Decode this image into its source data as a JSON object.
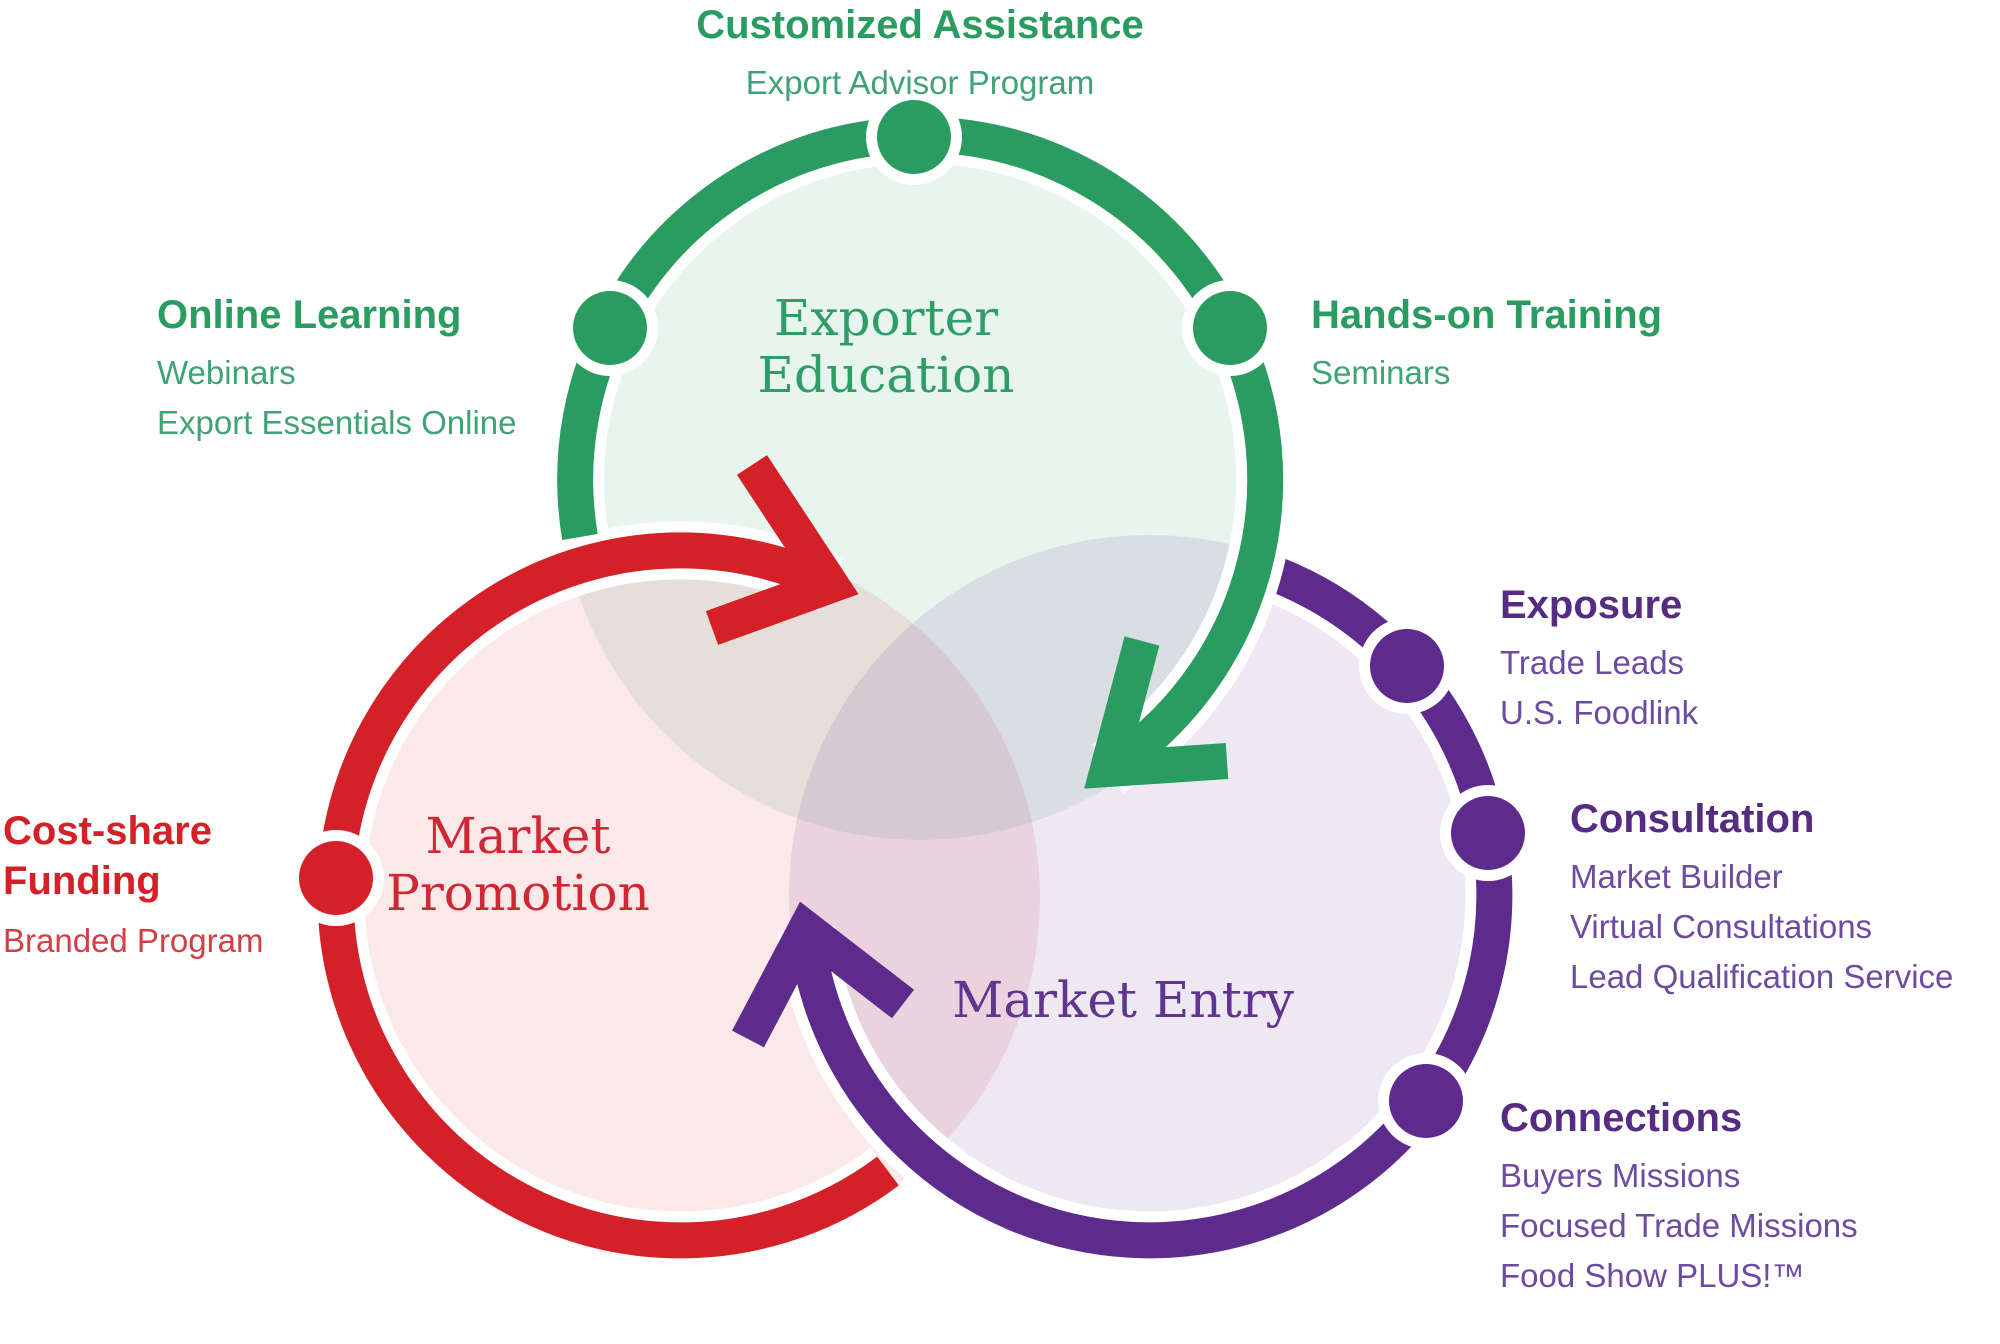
{
  "palette": {
    "green": "#2a9c61",
    "green_light": "#3fa373",
    "red": "#d32127",
    "red_light": "#d04046",
    "purple": "#5d2b8c",
    "purple_heading": "#562c83",
    "purple_light": "#6d4ba1",
    "green_serif": "#2f9e66",
    "red_serif": "#cf2733",
    "purple_serif": "#5f3590",
    "white": "#ffffff"
  },
  "circles": {
    "exporter_education": {
      "title_line1": "Exporter",
      "title_line2": "Education"
    },
    "market_promotion": {
      "title_line1": "Market",
      "title_line2": "Promotion"
    },
    "market_entry": {
      "title": "Market Entry"
    }
  },
  "labels": {
    "customized_assistance": {
      "heading": "Customized Assistance",
      "items": [
        "Export Advisor Program"
      ]
    },
    "online_learning": {
      "heading": "Online Learning",
      "items": [
        "Webinars",
        "Export Essentials Online"
      ]
    },
    "hands_on_training": {
      "heading": "Hands-on Training",
      "items": [
        "Seminars"
      ]
    },
    "exposure": {
      "heading": "Exposure",
      "items": [
        "Trade Leads",
        "U.S. Foodlink"
      ]
    },
    "consultation": {
      "heading": "Consultation",
      "items": [
        "Market Builder",
        "Virtual Consultations",
        "Lead Qualification Service"
      ]
    },
    "connections": {
      "heading": "Connections",
      "items": [
        "Buyers Missions",
        "Focused Trade Missions",
        "Food Show PLUS!™"
      ]
    },
    "cost_share_funding": {
      "heading_line1": "Cost-share",
      "heading_line2": "Funding",
      "items": [
        "Branded Program"
      ]
    }
  }
}
